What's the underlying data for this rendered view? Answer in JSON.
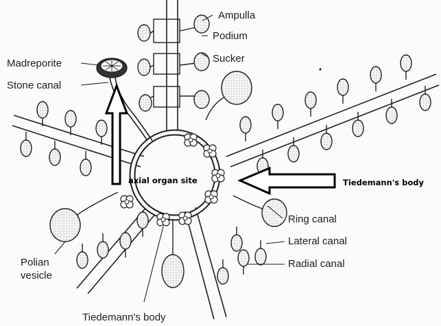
{
  "labels": {
    "ampulla": "Ampulla",
    "podium": "Podium",
    "sucker": "Sucker",
    "madreporite": "Madreporite",
    "stone_canal": "Stone canal",
    "axial_organ_site": "axial organ site",
    "tiedemanns_body_arrow": "Tiedemann's body",
    "ring_canal": "Ring canal",
    "lateral_canal": "Lateral canal",
    "radial_canal": "Radial canal",
    "polian_vesicle_line1": "Polian",
    "polian_vesicle_line2": "vesicle",
    "tiedemanns_body_bottom": "Tiedemann's  body"
  },
  "colors": {
    "stroke": "#1f1f1f",
    "fill_light": "#f2f2f2",
    "stipple": "#b9b9b9"
  }
}
